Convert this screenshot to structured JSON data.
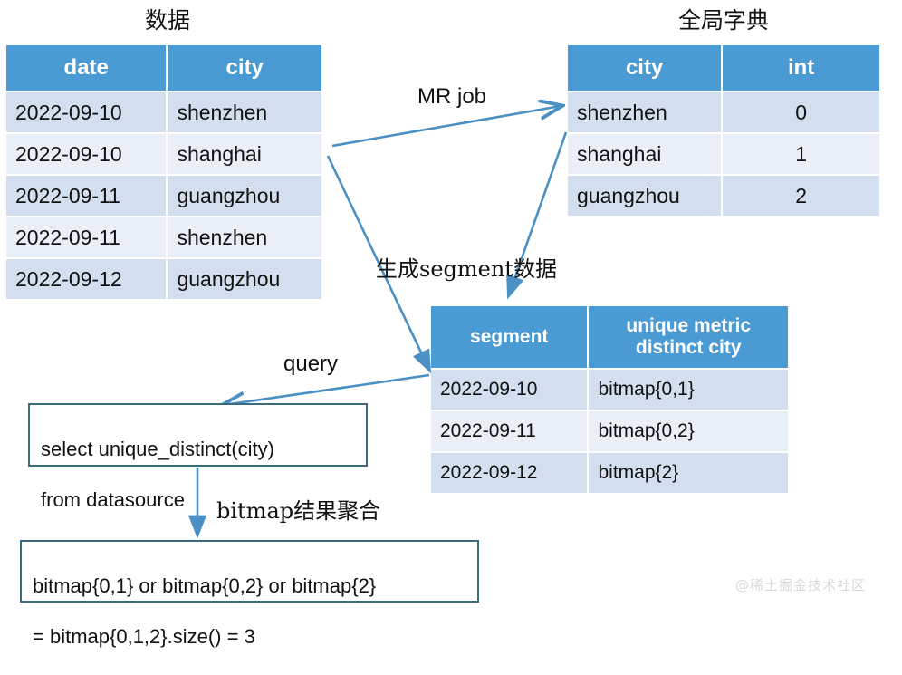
{
  "diagram": {
    "title_data": "数据",
    "title_dict": "全局字典",
    "watermark": "@稀土掘金技术社区",
    "accent_blue": "#4a9ad4",
    "row_blue_dark": "#d3dfee",
    "row_blue_light": "#eaeef7",
    "arrow_color": "#4a90c4",
    "box_border": "#3b6b7e"
  },
  "tables": {
    "data": {
      "title": "数据",
      "headers": [
        "date",
        "city"
      ],
      "rows": [
        [
          "2022-09-10",
          "shenzhen"
        ],
        [
          "2022-09-10",
          "shanghai"
        ],
        [
          "2022-09-11",
          "guangzhou"
        ],
        [
          "2022-09-11",
          "shenzhen"
        ],
        [
          "2022-09-12",
          "guangzhou"
        ]
      ]
    },
    "dictionary": {
      "title": "全局字典",
      "headers": [
        "city",
        "int"
      ],
      "rows": [
        [
          "shenzhen",
          "0"
        ],
        [
          "shanghai",
          "1"
        ],
        [
          "guangzhou",
          "2"
        ]
      ]
    },
    "segment": {
      "headers": [
        "segment",
        "unique metric\ndistinct city"
      ],
      "header_line1": "unique metric",
      "header_line2": "distinct city",
      "rows": [
        [
          "2022-09-10",
          "bitmap{0,1}"
        ],
        [
          "2022-09-11",
          "bitmap{0,2}"
        ],
        [
          "2022-09-12",
          "bitmap{2}"
        ]
      ]
    }
  },
  "boxes": {
    "query": {
      "line1": "select unique_distinct(city)",
      "line2": "from datasource"
    },
    "result": {
      "line1": "bitmap{0,1} or bitmap{0,2} or bitmap{2}",
      "line2": "= bitmap{0,1,2}.size() = 3"
    }
  },
  "labels": {
    "mr_job": "MR job",
    "generate_segment": "生成segment数据",
    "query": "query",
    "bitmap_aggregate": "bitmap结果聚合"
  }
}
